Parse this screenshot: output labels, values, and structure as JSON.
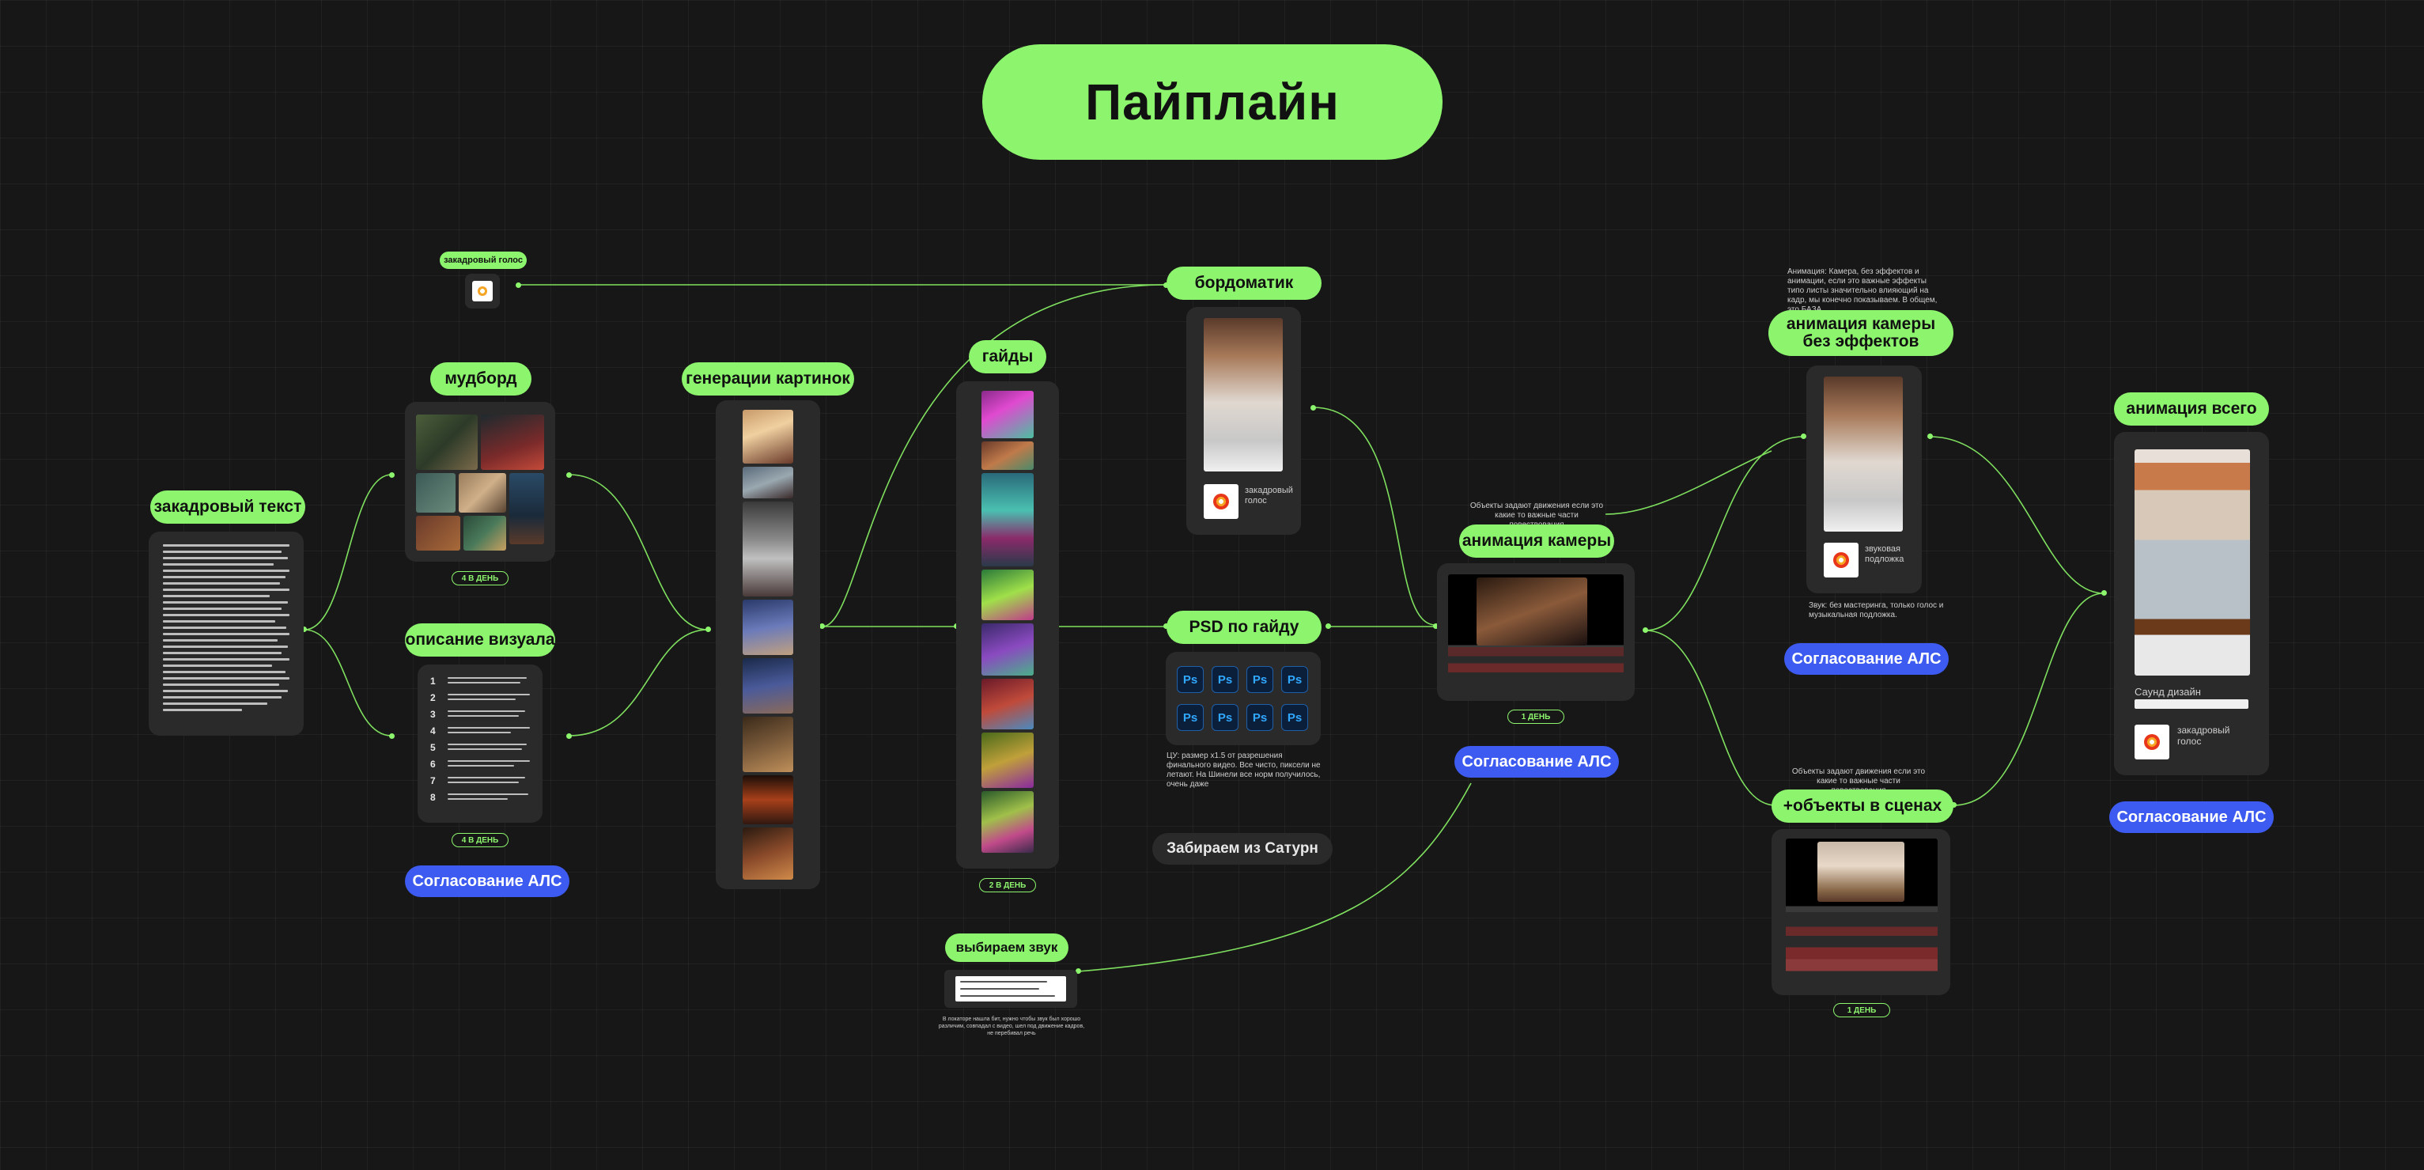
{
  "title": "Пайплайн",
  "nodes": {
    "voiceover_text": {
      "label": "закадровый текст"
    },
    "moodboard": {
      "label": "мудборд",
      "days": "4 В ДЕНЬ"
    },
    "visual_description": {
      "label": "описание визуала",
      "days": "4 В ДЕНЬ",
      "approval": "Согласование АЛС",
      "numbers": [
        "1",
        "2",
        "3",
        "4",
        "5",
        "6",
        "7",
        "8"
      ]
    },
    "voiceover": {
      "label": "закадровый голос"
    },
    "image_generation": {
      "label": "генерации картинок"
    },
    "guides": {
      "label": "гайды",
      "days": "2 В ДЕНЬ"
    },
    "boardomatic": {
      "label": "бордоматик",
      "audio_label": "закадровый голос"
    },
    "psd_by_guide": {
      "label": "PSD по гайду",
      "icon_text": "Ps",
      "note": "ЦУ: размер x1.5 от разрешения финального видео. Все чисто, пиксели не летают. На Шинели все норм получилось, очень даже"
    },
    "saturn": {
      "label": "Забираем из Сатурн"
    },
    "choose_sound": {
      "label": "выбираем звук",
      "note": "В локаторе нашла бит, нужно чтобы звук был хорошо различим, совпадал с видео, шел под движение кадров, не перебивал речь"
    },
    "camera_animation": {
      "label": "анимация камеры",
      "note": "Объекты задают движения если это какие то важные части повествования",
      "days": "1 ДЕНЬ",
      "approval": "Согласование АЛС"
    },
    "camera_anim_no_fx": {
      "label_line1": "анимация камеры",
      "label_line2": "без эффектов",
      "note": "Анимация: Камера, без эффектов и анимации, если это важные эффекты типо листы значительно влияющий на кадр, мы конечно показываем. В общем, это БАЗА.",
      "audio_label": "звуковая подложка",
      "sound_note": "Звук: без мастеринга, только голос и музыкальная подложка.",
      "approval": "Согласование АЛС"
    },
    "objects_in_scenes": {
      "label": "+объекты в сценах",
      "note": "Объекты задают движения если это какие то важные части повествования",
      "days": "1 ДЕНЬ"
    },
    "animate_all": {
      "label": "анимация всего",
      "sound_design": "Саунд дизайн",
      "audio_label": "закадровый голос",
      "approval": "Согласование АЛС"
    }
  },
  "colors": {
    "accent": "#8cf56d",
    "approval": "#3d5bf0",
    "background": "#171717",
    "panel": "#2a2a2a"
  }
}
